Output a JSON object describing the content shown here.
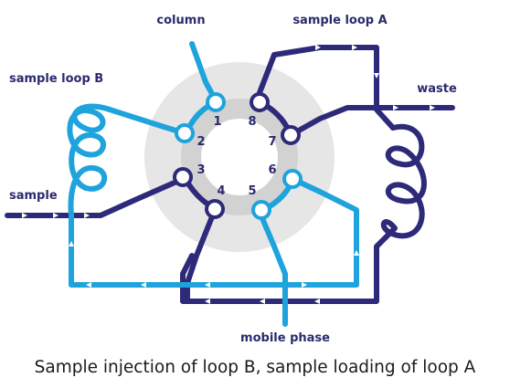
{
  "labels": {
    "column": "column",
    "sample_loop_a": "sample loop A",
    "sample_loop_b": "sample loop B",
    "waste": "waste",
    "sample": "sample",
    "mobile_phase": "mobile phase"
  },
  "ports": [
    "1",
    "2",
    "3",
    "4",
    "5",
    "6",
    "7",
    "8"
  ],
  "caption": "Sample injection of loop B, sample loading of loop A",
  "colors": {
    "dark_line": "#2d2a7a",
    "light_line": "#1ea3dc",
    "valve_outer": "#e6e6e6",
    "valve_inner": "#d2d2d2",
    "text": "#2b2a6e"
  }
}
